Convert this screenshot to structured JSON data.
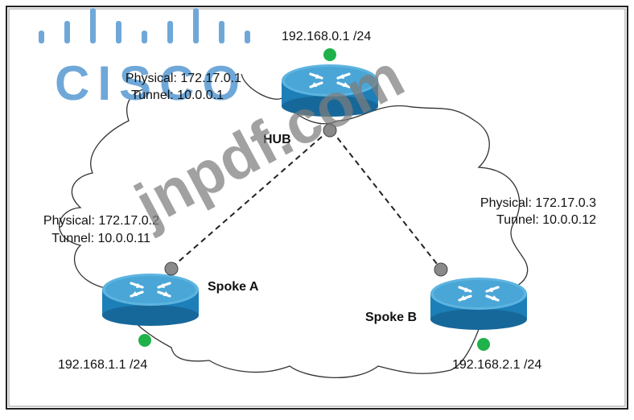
{
  "colors": {
    "router_body": "#1d7fb8",
    "router_top": "#5db4e0",
    "lan_dot": "#1fb24a",
    "tunnel_dot": "#8a8a8a",
    "logo": "#6fa8d8",
    "watermark": "#7d7d7d"
  },
  "logo": {
    "text": "CISCO"
  },
  "watermark": {
    "text": "jnpdf.com"
  },
  "hub": {
    "name": "HUB",
    "lan": "192.168.0.1 /24",
    "physical": "Physical: 172.17.0.1",
    "tunnel": "Tunnel: 10.0.0.1",
    "icon": "router-icon"
  },
  "spoke_a": {
    "name": "Spoke A",
    "lan": "192.168.1.1 /24",
    "physical": "Physical: 172.17.0.2",
    "tunnel": "Tunnel: 10.0.0.11",
    "icon": "router-icon"
  },
  "spoke_b": {
    "name": "Spoke B",
    "lan": "192.168.2.1 /24",
    "physical": "Physical: 172.17.0.3",
    "tunnel": "Tunnel: 10.0.0.12",
    "icon": "router-icon"
  }
}
